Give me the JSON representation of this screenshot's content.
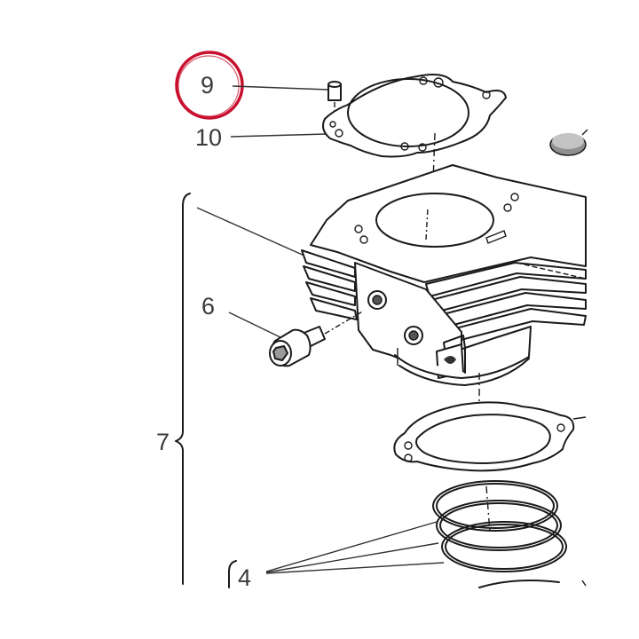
{
  "callouts": {
    "part_9": "9",
    "part_10": "10",
    "part_6": "6",
    "part_7": "7",
    "part_4": "4"
  },
  "colors": {
    "highlight_circle": "#c8102e",
    "ink": "#1a1a1a",
    "label": "#3a3a3a"
  },
  "highlighted_part": "9"
}
